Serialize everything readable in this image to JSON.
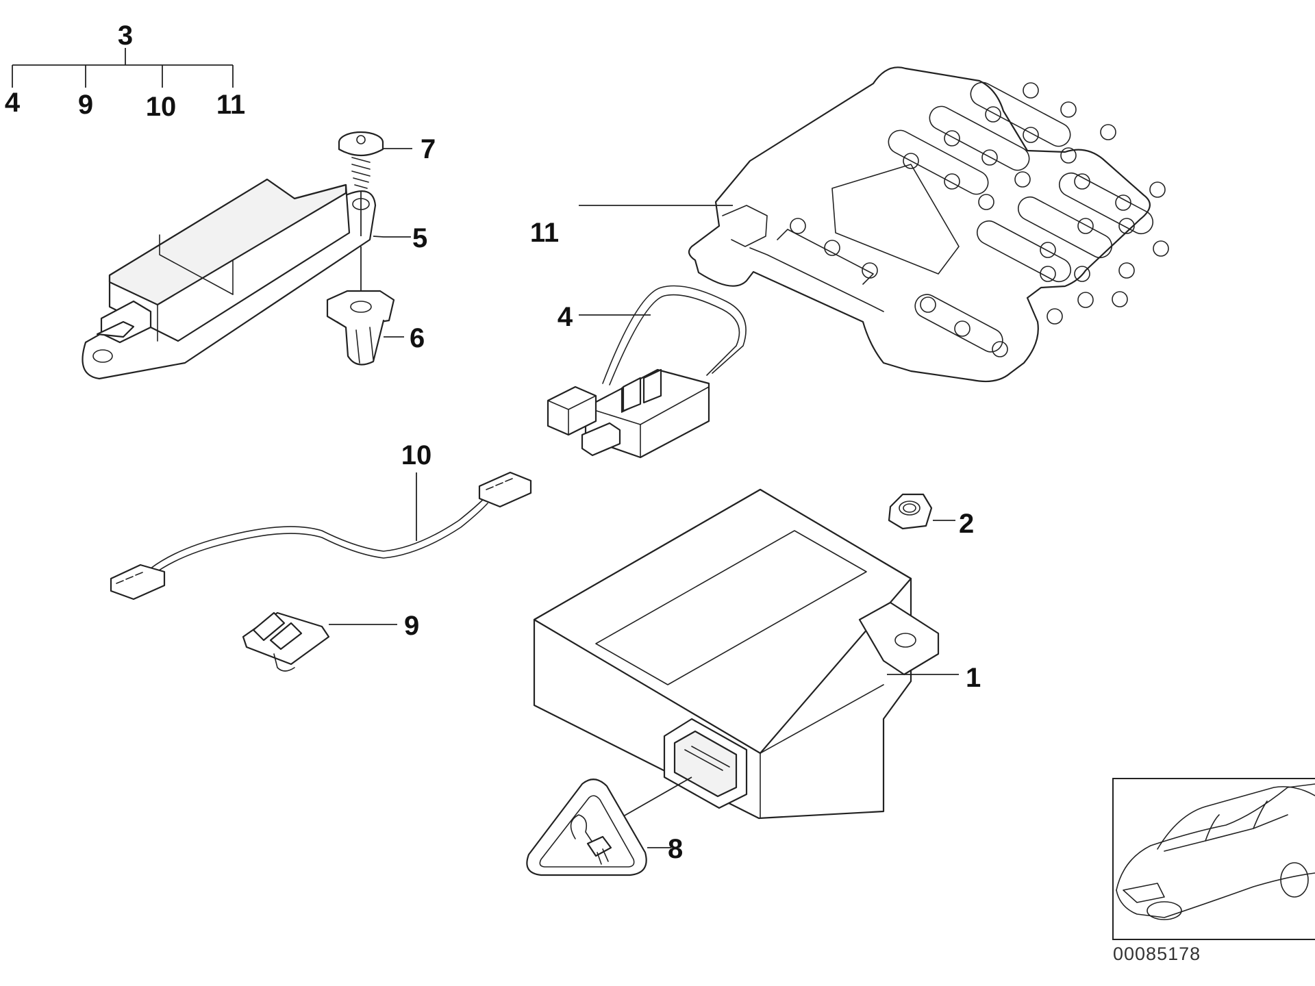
{
  "callouts": {
    "c1": "1",
    "c2": "2",
    "c3": "3",
    "c4": "4",
    "c5": "5",
    "c6": "6",
    "c7": "7",
    "c8": "8",
    "c9": "9",
    "c10": "10",
    "c11": "11"
  },
  "group_tree": {
    "parent": "3",
    "children": [
      "4",
      "9",
      "10",
      "11"
    ]
  },
  "reference_number": "00085178",
  "icons": {
    "thumbnail": "car-thumbnail-icon",
    "warning": "warning-triangle-icon"
  }
}
